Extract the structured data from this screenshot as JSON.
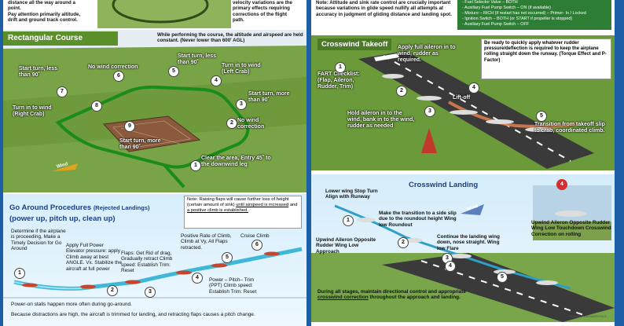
{
  "left": {
    "top_left_text": [
      "distance all the way around a",
      "point.",
      "Pay attention primarily altitude,",
      "drift and ground track control."
    ],
    "top_right_text": [
      "velocity variations are the",
      "primary effects requiring",
      "corrections of the flight",
      "path."
    ],
    "rect_title": "Rectangular Course",
    "rect_note": "While performing the course, the altitude and airspeed are held constant. (Never lower than 600' AGL)",
    "rect_labels": {
      "l6": "No wind correction",
      "l5": "Start turn, less than 90˚",
      "l7": "Start turn, less than 90˚",
      "l4": "Turn in to wind (Left Crab)",
      "l8": "Turn in to wind (Right Crab)",
      "l3": "Start turn, more than 90˚",
      "l2": "No wind correction",
      "l9": "Start turn, more than 90˚",
      "l1": "Clear the area, Entry 45˚ to the downwind leg",
      "wind": "Wind"
    },
    "rect_numbers": [
      "1",
      "2",
      "3",
      "4",
      "5",
      "6",
      "7",
      "8",
      "9"
    ],
    "ga_title_line1": "Go Around Procedures",
    "ga_title_sub": "(Rejected Landings)",
    "ga_title_line2": "(power up, pitch up, clean up)",
    "ga_note_a": "Note: Raising flaps will cause further loss of height (certain amount of sink) ",
    "ga_note_u1": "until airspeed is increased",
    "ga_note_b": " and ",
    "ga_note_u2": "a positive climb is established.",
    "ga_steps": {
      "s1": "Determine if the airplane is proceeding, Make a Timely Decision for Go Around",
      "s2": "Apply Full Power Elevator pressure: apply Climb away at best ANGLE. Vx. Stabilize the aircraft at full power",
      "s3": "Flaps: Get Rid of drag, Gradually retract Climb speed: Establish Trim: Reset",
      "s4": "Positive Rate of Climb, Climb at Vy, All Flaps retracted.",
      "s5": "Power – Pitch– Trim (PPT) Climb speed: Establish Trim: Reset",
      "s6": "Cruise Climb"
    },
    "ga_numbers": [
      "1",
      "2",
      "3",
      "4",
      "5",
      "6"
    ],
    "ga_footer1": "Power-on stalls happen more often during go-around.",
    "ga_footer2": "Because distractions are high, the aircraft is trimmed for landing, and retracting flaps causes a pitch change."
  },
  "right": {
    "top_note": "Note: Attitude and sink rate control are crucially important because variations in glide speed nullify all attempts at accuracy in judgment of gliding distance and landing spot.",
    "checklist": [
      "- Fuel Selector Valve – BOTH",
      "- Auxiliary Fuel Pump Switch – ON (if available)",
      "- Mixture – RICH (if restart has not occurred) – Primer- In / Locked",
      "- Ignition Switch – BOTH (or START if propeller is stopped)",
      "- Auxiliary Fuel Pump Switch – OFF"
    ],
    "ct_title": "Crosswind Takeoff",
    "ct_note": "Be ready to quickly apply whatever rudder pressure/deflection is required to keep the airplane rolling straight down the runway. (Torque Effect and P-Factor)",
    "ct_labels": {
      "c2": "Apply full aileron in to wind, rudder as required.",
      "c1": "FART Checklist: (Flap, Aileron, Rudder, Trim)",
      "c3": "Hold aileron in to the wind, bank in to the wind, rudder as needed",
      "liftoff": "Lift-off",
      "c5": "Transition from takeoff slip to crab, coordinated climb."
    },
    "ct_numbers": [
      "1",
      "2",
      "3",
      "4",
      "5"
    ],
    "cl_title": "Crosswind Landing",
    "cl_badge": "4",
    "cl_labels": {
      "l1": "Lower wing Stop Turn Align with Runway",
      "l2": "Make the transition to a side slip due to the roundout height Wing low Roundout",
      "l3": "Upwind Aileron Opposite Rudder Wing Low Approach",
      "l4": "Continue the landing wing down, nose straight. Wing low Flare",
      "l5": "Upwind Aileron Opposite Rudder Wing Low Touchdown Crosswind Correction on rolling",
      "wind": "Wind"
    },
    "cl_numbers": [
      "1",
      "2",
      "3",
      "4",
      "5"
    ],
    "cl_footer_a": "During all stages, maintain directional control and appropriate ",
    "cl_footer_u": "crosswind correction",
    "cl_footer_b": " throughout the approach and landing.",
    "logo": "FLIGHT FUNDAMENTALS"
  },
  "colors": {
    "border": "#1d5fa6",
    "grass": "#6e9a3c",
    "green_header": "#5a8f2a",
    "title_blue": "#1c3f86",
    "path": "#1a8c1a",
    "ga_line": "#3fb8d8"
  }
}
